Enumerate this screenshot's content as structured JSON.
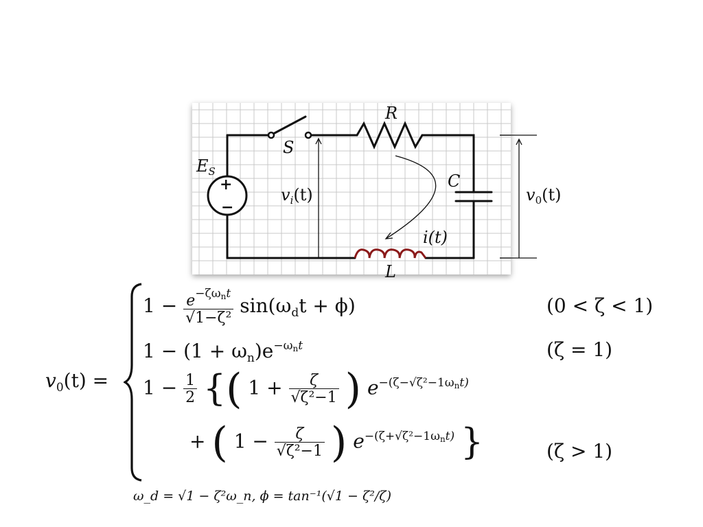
{
  "circuit": {
    "source_label": "E",
    "source_sub": "S",
    "switch_label": "S",
    "resistor_label": "R",
    "capacitor_label": "C",
    "inductor_label": "L",
    "vi_label": "v",
    "vi_sub": "i",
    "vi_arg": "(t)",
    "current_label": "i(t)",
    "vo_label": "v",
    "vo_sub": "0",
    "vo_arg": "(t)",
    "plus_sign": "+",
    "minus_sign": "−",
    "colors": {
      "wire": "#111111",
      "grid": "#c8c8c8",
      "inductor": "#8b1a1a"
    }
  },
  "equation": {
    "lhs_v": "v",
    "lhs_sub": "0",
    "lhs_arg": "(t) =",
    "case1": {
      "one_minus": "1 −",
      "num_e": "e",
      "num_exp": "−ζω",
      "num_exp_sub": "n",
      "num_exp_t": "t",
      "den": "√1−ζ²",
      "tail_sin": "sin(ω",
      "tail_sub": "d",
      "tail_rest": "t + ϕ)",
      "condition": "(0 < ζ < 1)"
    },
    "case2": {
      "text_a": "1 − (1 + ω",
      "sub_n": "n",
      "text_b": ")e",
      "exp": "−ω",
      "exp_sub": "n",
      "exp_t": "t",
      "condition": "(ζ = 1)"
    },
    "case3": {
      "one_minus": "1 −",
      "half_num": "1",
      "half_den": "2",
      "open_brace": "{",
      "open_paren": "(",
      "one_plus": "1 +",
      "frac_num": "ζ",
      "frac_den": "√ζ²−1",
      "close_paren": ")",
      "e": "e",
      "exp": "−(ζ−√ζ²−1ω",
      "exp_sub": "n",
      "exp_t": "t)"
    },
    "case4": {
      "plus": "+",
      "open_paren": "(",
      "one_minus": "1 −",
      "frac_num": "ζ",
      "frac_den": "√ζ²−1",
      "close_paren": ")",
      "e": "e",
      "exp": "−(ζ+√ζ²−1ω",
      "exp_sub": "n",
      "exp_t": "t)",
      "close_brace": "}",
      "condition": "(ζ > 1)"
    },
    "footnote": "ω_d = √1 − ζ²ω_n, ϕ = tan⁻¹(√1 − ζ²/ζ)"
  }
}
